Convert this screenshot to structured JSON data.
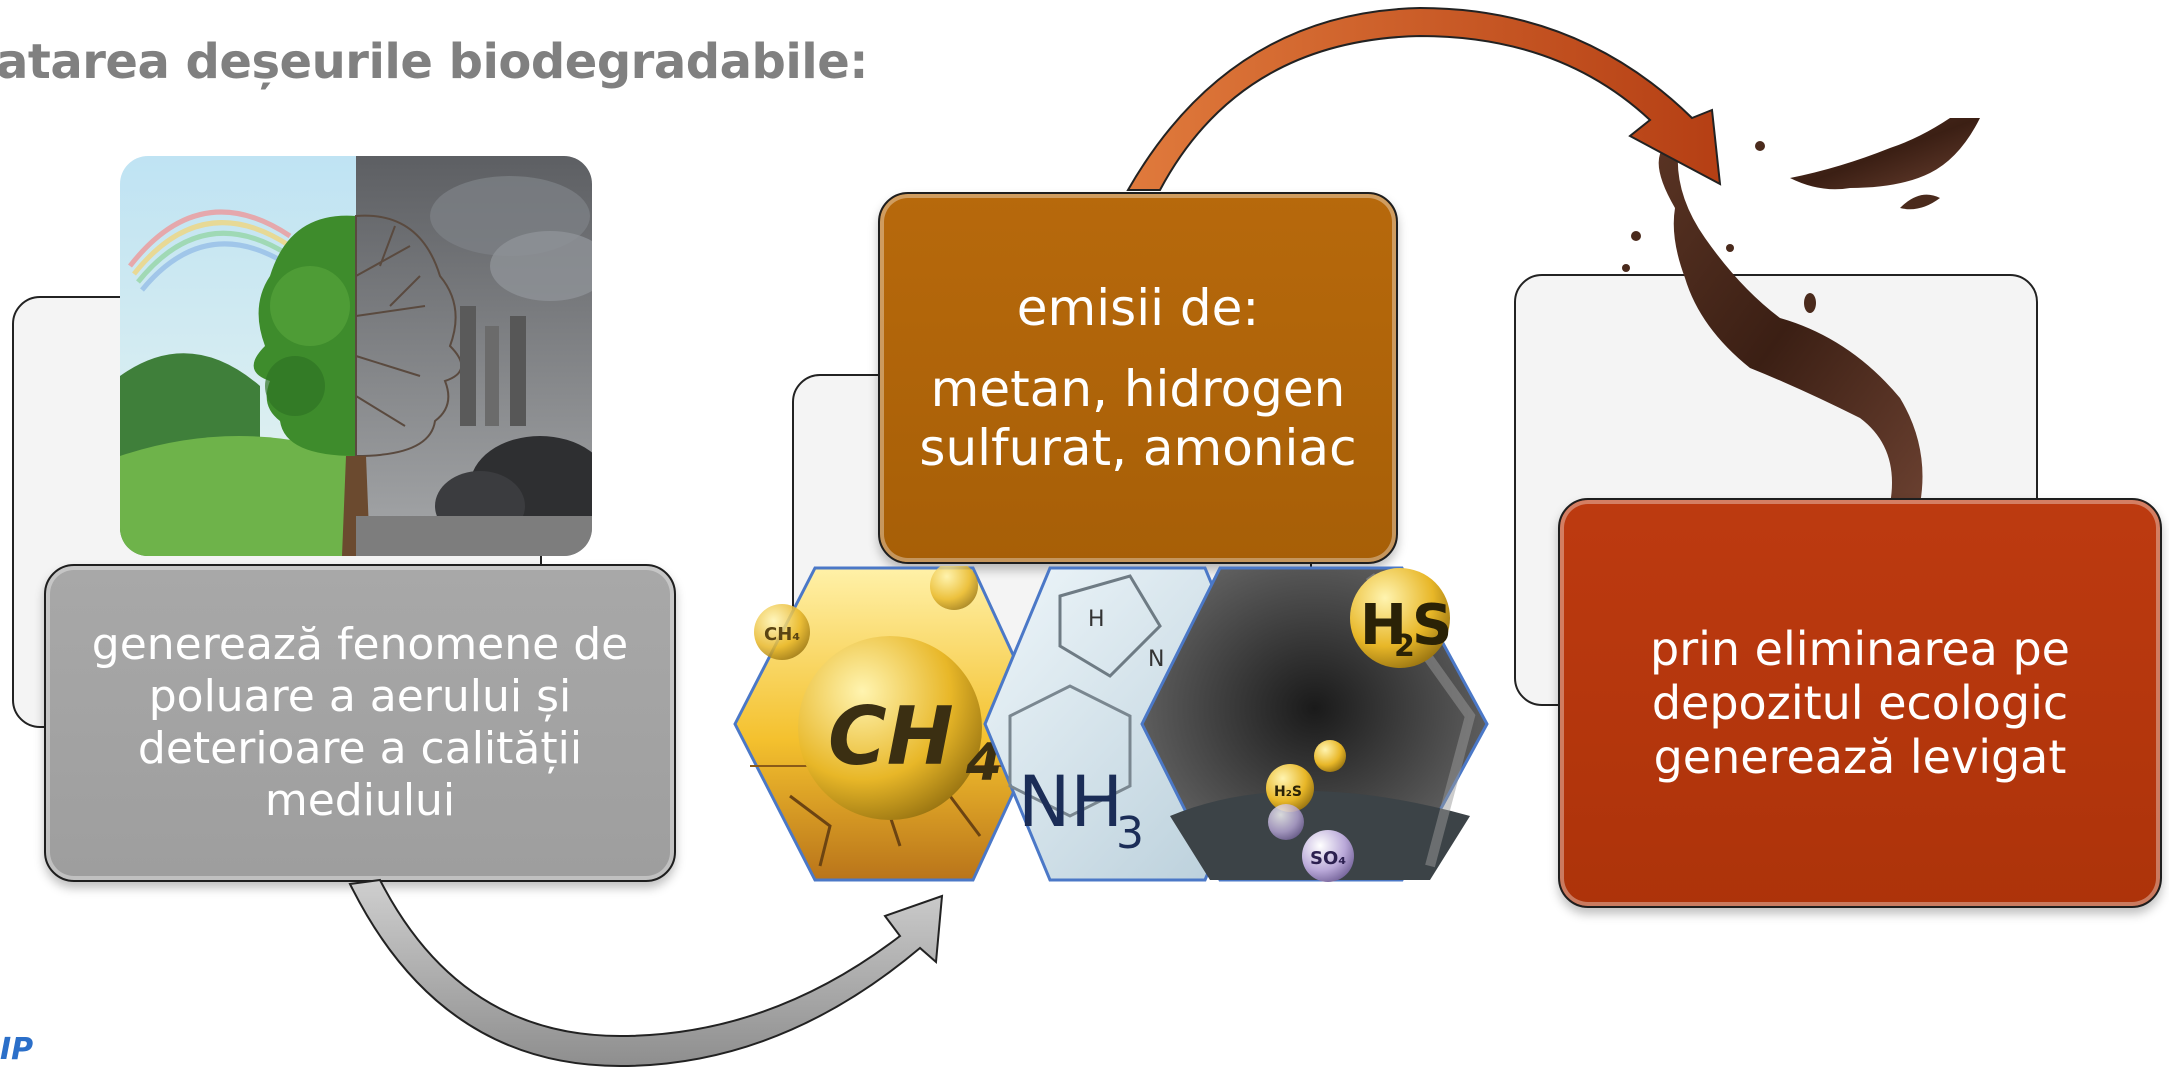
{
  "title": "atarea deșeurile biodegradabile:",
  "step1": {
    "text": "generează fenomene de poluare a aerului și deterioare a calității mediului"
  },
  "step2": {
    "heading": "emisii de:",
    "text": "metan, hidrogen sulfurat, amoniac",
    "hex_labels": {
      "methane": "CH",
      "methane_sub": "4",
      "ammonia": "NH",
      "ammonia_sub": "3",
      "hydrogen_sulfide": "H",
      "hydrogen_sulfide_sub": "2",
      "hydrogen_sulfide_end": "S",
      "sulfate": "SO₄",
      "small_ch4": "CH₄",
      "small_h2s": "H₂S"
    }
  },
  "step3": {
    "text": "prin eliminarea pe depozitul ecologic generează levigat"
  },
  "logo": "IP",
  "colors": {
    "gray_box": "#a3a3a3",
    "orange_box": "#ad6208",
    "red_box": "#b5360c",
    "arrow_orange": "#c94a1e",
    "arrow_gray": "#a0a0a0",
    "title": "#808080"
  },
  "icons": {
    "arrow1": "curved-arrow-gray",
    "arrow2": "curved-arrow-orange"
  }
}
